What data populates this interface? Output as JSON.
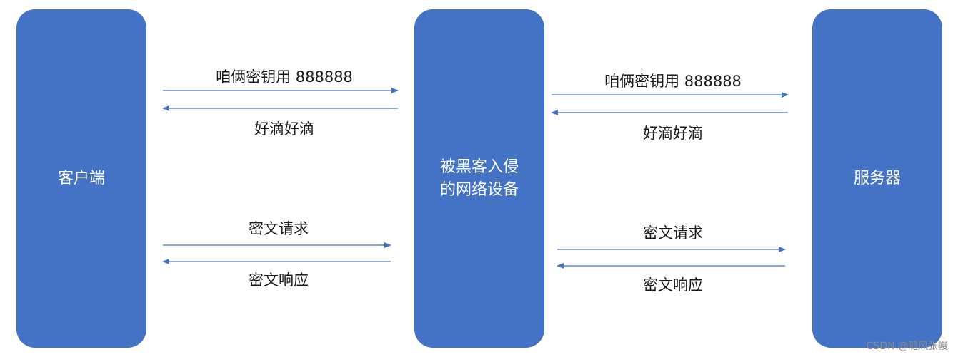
{
  "colors": {
    "node_fill": "#4472c4",
    "arrow": "#4472c4",
    "text": "#1a1a1a"
  },
  "nodes": {
    "client": {
      "label": "客户端"
    },
    "middle": {
      "label": "被黑客入侵\n的网络设备"
    },
    "server": {
      "label": "服务器"
    }
  },
  "messages": {
    "left": {
      "key_request": "咱俩密钥用 888888",
      "key_reply": "好滴好滴",
      "cipher_request": "密文请求",
      "cipher_response": "密文响应"
    },
    "right": {
      "key_request": "咱俩密钥用 888888",
      "key_reply": "好滴好滴",
      "cipher_request": "密文请求",
      "cipher_response": "密文响应"
    }
  },
  "watermark": "CSDN @随风张幔"
}
